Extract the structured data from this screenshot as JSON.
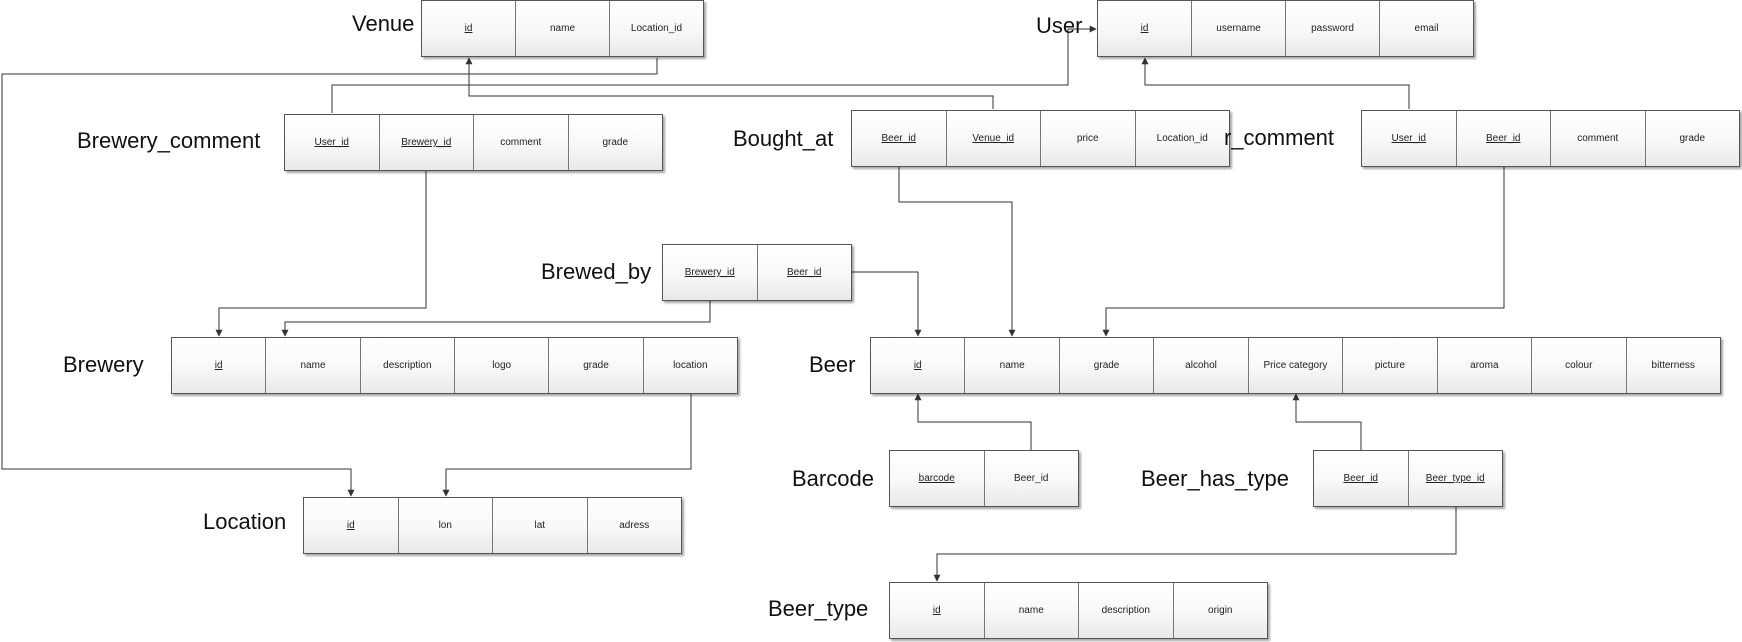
{
  "entities": {
    "venue": {
      "name": "Venue",
      "columns": [
        {
          "label": "id",
          "key": true
        },
        {
          "label": "name",
          "key": false
        },
        {
          "label": "Location_id",
          "key": false
        }
      ]
    },
    "user": {
      "name": "User",
      "columns": [
        {
          "label": "id",
          "key": true
        },
        {
          "label": "username",
          "key": false
        },
        {
          "label": "password",
          "key": false
        },
        {
          "label": "email",
          "key": false
        }
      ]
    },
    "brewery_comment": {
      "name": "Brewery_comment",
      "columns": [
        {
          "label": "User_id",
          "key": true
        },
        {
          "label": "Brewery_id",
          "key": true
        },
        {
          "label": "comment",
          "key": false
        },
        {
          "label": "grade",
          "key": false
        }
      ]
    },
    "bought_at": {
      "name": "Bought_at",
      "columns": [
        {
          "label": "Beer_id",
          "key": true
        },
        {
          "label": "Venue_id",
          "key": true
        },
        {
          "label": "price",
          "key": false
        },
        {
          "label": "Location_id",
          "key": false
        }
      ]
    },
    "beer_comment": {
      "name": "r_comment",
      "columns": [
        {
          "label": "User_id",
          "key": true
        },
        {
          "label": "Beer_id",
          "key": true
        },
        {
          "label": "comment",
          "key": false
        },
        {
          "label": "grade",
          "key": false
        }
      ]
    },
    "brewed_by": {
      "name": "Brewed_by",
      "columns": [
        {
          "label": "Brewery_id",
          "key": true
        },
        {
          "label": "Beer_id",
          "key": true
        }
      ]
    },
    "brewery": {
      "name": "Brewery",
      "columns": [
        {
          "label": "id",
          "key": true
        },
        {
          "label": "name",
          "key": false
        },
        {
          "label": "description",
          "key": false
        },
        {
          "label": "logo",
          "key": false
        },
        {
          "label": "grade",
          "key": false
        },
        {
          "label": "location",
          "key": false
        }
      ]
    },
    "beer": {
      "name": "Beer",
      "columns": [
        {
          "label": "id",
          "key": true
        },
        {
          "label": "name",
          "key": false
        },
        {
          "label": "grade",
          "key": false
        },
        {
          "label": "alcohol",
          "key": false
        },
        {
          "label": "Price category",
          "key": false
        },
        {
          "label": "picture",
          "key": false
        },
        {
          "label": "aroma",
          "key": false
        },
        {
          "label": "colour",
          "key": false
        },
        {
          "label": "bitterness",
          "key": false
        }
      ]
    },
    "barcode": {
      "name": "Barcode",
      "columns": [
        {
          "label": "barcode",
          "key": true
        },
        {
          "label": "Beer_id",
          "key": false
        }
      ]
    },
    "beer_has_type": {
      "name": "Beer_has_type",
      "columns": [
        {
          "label": "Beer_id",
          "key": true
        },
        {
          "label": "Beer_type_id",
          "key": true
        }
      ]
    },
    "location": {
      "name": "Location",
      "columns": [
        {
          "label": "id",
          "key": true
        },
        {
          "label": "lon",
          "key": false
        },
        {
          "label": "lat",
          "key": false
        },
        {
          "label": "adress",
          "key": false
        }
      ]
    },
    "beer_type": {
      "name": "Beer_type",
      "columns": [
        {
          "label": "id",
          "key": true
        },
        {
          "label": "name",
          "key": false
        },
        {
          "label": "description",
          "key": false
        },
        {
          "label": "origin",
          "key": false
        }
      ]
    }
  },
  "line_color": "#333333"
}
